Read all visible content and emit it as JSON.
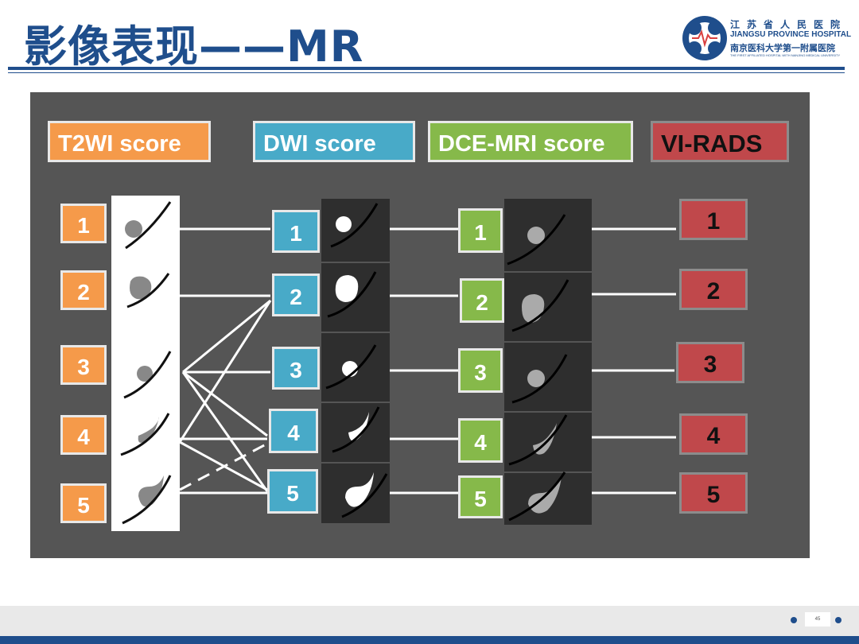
{
  "header": {
    "title": "影像表现——MR",
    "hospital_cn": "江苏省人民医院",
    "hospital_en": "JIANGSU PROVINCE HOSPITAL",
    "hospital_cn2": "南京医科大学第一附属医院",
    "hospital_en2": "THE FIRST AFFILIATED HOSPITAL WITH NANJING MEDICAL UNIVERSITY"
  },
  "columns": {
    "t2wi": {
      "label": "T2WI score",
      "scores": [
        "1",
        "2",
        "3",
        "4",
        "5"
      ]
    },
    "dwi": {
      "label": "DWI score",
      "scores": [
        "1",
        "2",
        "3",
        "4",
        "5"
      ]
    },
    "dce": {
      "label": "DCE-MRI score",
      "scores": [
        "1",
        "2",
        "3",
        "4",
        "5"
      ]
    },
    "virads": {
      "label": "VI-RADS",
      "scores": [
        "1",
        "2",
        "3",
        "4",
        "5"
      ]
    }
  },
  "colors": {
    "t2wi": "#f59a4a",
    "dwi": "#48aac8",
    "dce": "#86b94a",
    "virads": "#c0484b",
    "panel": "#555555",
    "brand": "#1f4e8c"
  },
  "footer": {
    "page_number": "45"
  }
}
